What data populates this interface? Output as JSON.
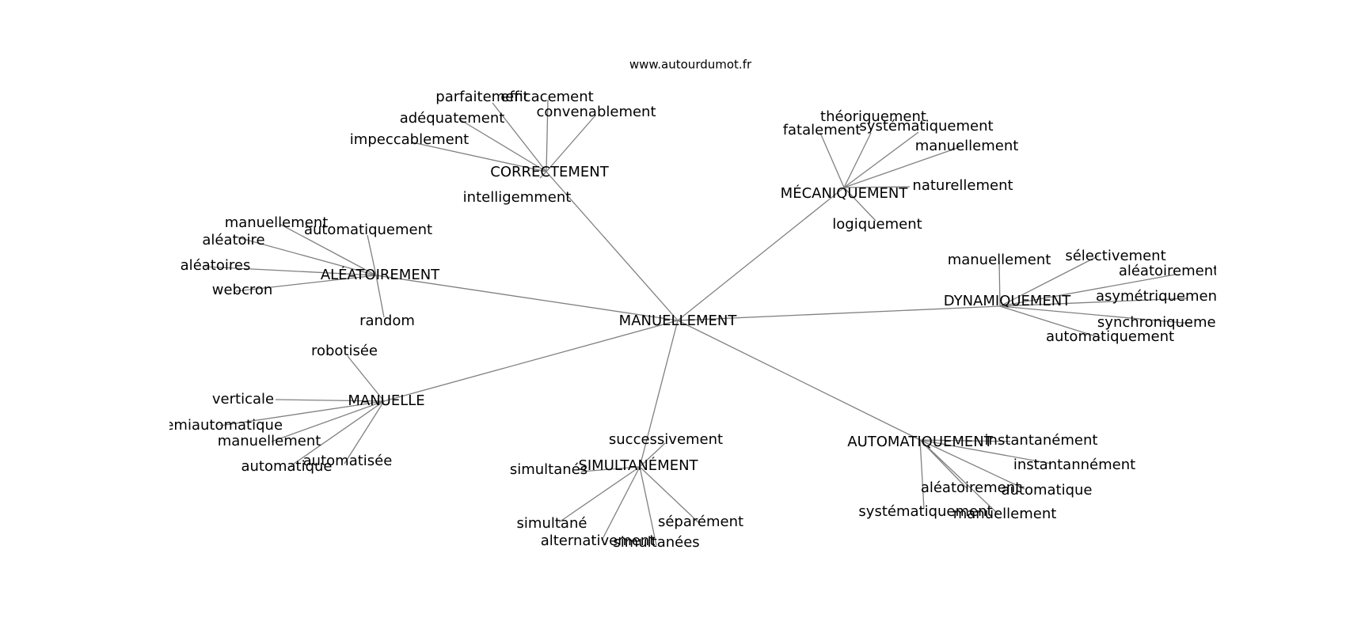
{
  "site": "www.autourdumot.fr",
  "center": "MANUELLEMENT",
  "clusters": [
    {
      "hub": "CORRECTEMENT",
      "leaves": [
        "parfaitement",
        "efficacement",
        "convenablement",
        "adéquatement",
        "impeccablement",
        "intelligemment"
      ]
    },
    {
      "hub": "MÉCANIQUEMENT",
      "leaves": [
        "théoriquement",
        "fatalement",
        "systématiquement",
        "manuellement",
        "naturellement",
        "logiquement"
      ]
    },
    {
      "hub": "ALÉATOIREMENT",
      "leaves": [
        "manuellement",
        "automatiquement",
        "aléatoire",
        "aléatoires",
        "webcron",
        "random"
      ]
    },
    {
      "hub": "DYNAMIQUEMENT",
      "leaves": [
        "manuellement",
        "sélectivement",
        "aléatoirement",
        "asymétriquement",
        "synchroniquement",
        "automatiquement"
      ]
    },
    {
      "hub": "MANUELLE",
      "leaves": [
        "robotisée",
        "verticale",
        "semiautomatique",
        "manuellement",
        "automatisée",
        "automatique"
      ]
    },
    {
      "hub": "SIMULTANÉMENT",
      "leaves": [
        "successivement",
        "simultanés",
        "simultané",
        "séparément",
        "alternativement",
        "simultanées"
      ]
    },
    {
      "hub": "AUTOMATIQUEMENT",
      "leaves": [
        "instantanément",
        "instantannément",
        "aléatoirement",
        "automatique",
        "systématiquement",
        "manuellement"
      ]
    }
  ]
}
